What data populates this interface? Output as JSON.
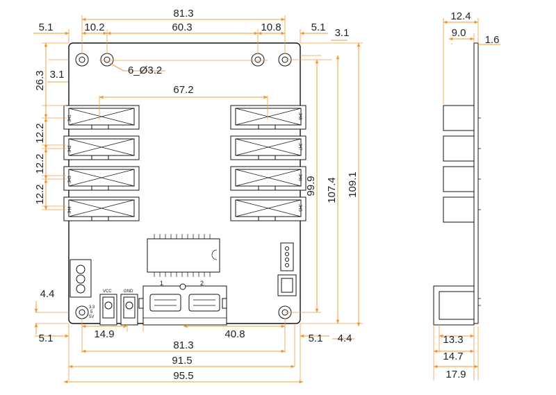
{
  "top_view": {
    "dims": {
      "overall_top": "81.3",
      "left_margin_top": "5.1",
      "hole_offset_left": "10.2",
      "hole_span": "60.3",
      "hole_offset_right": "10.8",
      "right_margin_top": "5.1",
      "right_edge_offset": "3.1",
      "hole_callout": "6_Ø3.2",
      "connector_span": "67.2",
      "top_offset": "26.3",
      "hole_top_offset": "3.1",
      "pitch_1": "12.2",
      "pitch_2": "12.2",
      "pitch_3": "12.2",
      "height_inner": "99.9",
      "height_mid": "107.4",
      "height_total": "109.1",
      "hole_bottom_offset": "4.4",
      "left_margin_bottom": "5.1",
      "power_offset": "14.9",
      "hole_span_bottom": "81.3",
      "connector_offset": "40.8",
      "right_margin_bottom": "5.1",
      "bottom_edge_offset": "4.4",
      "width_mid": "91.5",
      "width_total": "95.5"
    },
    "connector_labels": [
      "JH1",
      "JH2",
      "JH3",
      "JH4",
      "JH8",
      "JH7",
      "JH6",
      "JH5"
    ],
    "silkscreen": {
      "vcc": "VCC",
      "gnd": "GND",
      "port_1": "1",
      "port_2": "2",
      "volt_33": "3.3",
      "volt_5": "5",
      "volt_5v": "5V"
    }
  },
  "side_view": {
    "dims": {
      "width_top": "12.4",
      "offset_9": "9.0",
      "thickness": "1.6",
      "base_13": "13.3",
      "base_14": "14.7",
      "base_total": "17.9"
    }
  },
  "colors": {
    "dimension_line": "#f29a3a",
    "outline": "#111111"
  }
}
